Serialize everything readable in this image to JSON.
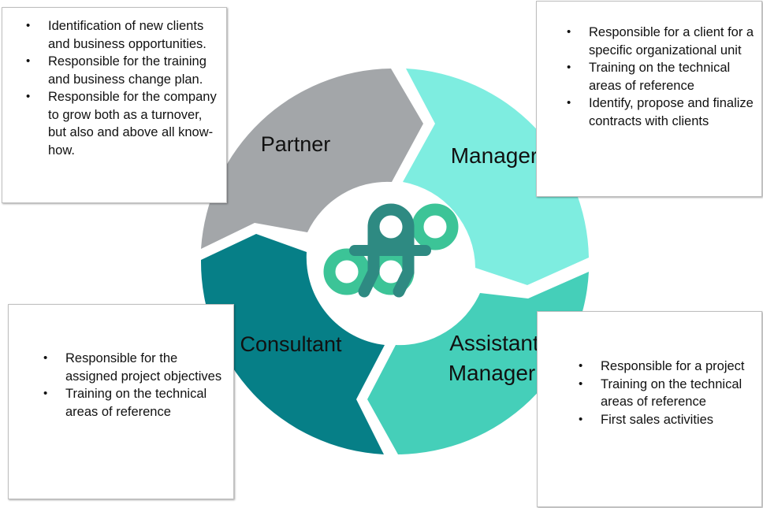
{
  "diagram": {
    "segments": [
      {
        "id": "partner",
        "label_lines": [
          "Partner"
        ],
        "color": "#a3a6a9"
      },
      {
        "id": "manager",
        "label_lines": [
          "Manager"
        ],
        "color": "#7eede0"
      },
      {
        "id": "assistant",
        "label_lines": [
          "Assistant",
          "Manager"
        ],
        "color": "#45cfb9"
      },
      {
        "id": "consultant",
        "label_lines": [
          "Consultant"
        ],
        "color": "#067f87"
      }
    ],
    "logo_colors": {
      "dark": "#2e8a82",
      "light": "#3cc497"
    }
  },
  "boxes": {
    "partner": {
      "items": [
        "Identification of new clients and business opportunities.",
        "Responsible for the training and business change plan.",
        "Responsible for the company to grow both as a turnover, but also and above all know-how."
      ]
    },
    "manager": {
      "items": [
        "Responsible for a client for a specific organizational unit",
        "Training on the technical areas of reference",
        "Identify, propose and finalize contracts with clients"
      ]
    },
    "consultant": {
      "items": [
        "Responsible for the assigned project objectives",
        "Training on the technical areas of reference"
      ]
    },
    "assistant": {
      "items": [
        "Responsible for a project",
        "Training on the technical areas of reference",
        "First sales activities"
      ]
    }
  }
}
